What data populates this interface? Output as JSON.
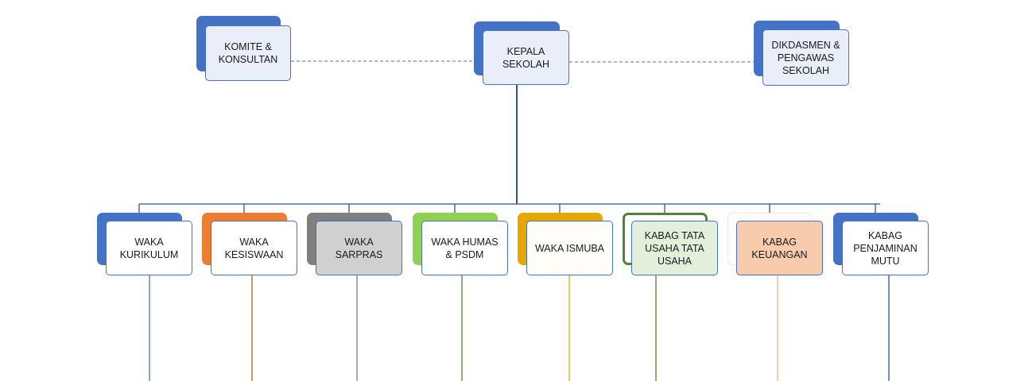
{
  "top": {
    "komite": {
      "label": "KOMITE &\nKONSULTAN",
      "accent": "#4472c4",
      "fill": "#e9eef8"
    },
    "kepala": {
      "label": "KEPALA\nSEKOLAH",
      "accent": "#4472c4",
      "fill": "#e9eef8"
    },
    "dikdasmen": {
      "label": "DIKDASMEN &\nPENGAWAS\nSEKOLAH",
      "accent": "#4472c4",
      "fill": "#e9eef8"
    }
  },
  "units": [
    {
      "label": "WAKA\nKURIKULUM",
      "accent": "#4472c4",
      "fill": "#ffffff",
      "line": "#4472c4"
    },
    {
      "label": "WAKA\nKESISWAAN",
      "accent": "#ed7d31",
      "fill": "#ffffff",
      "line": "#c55a11"
    },
    {
      "label": "WAKA\nSARPRAS",
      "accent": "#7f7f7f",
      "fill": "#d0d0d0",
      "line": "#7f7f7f"
    },
    {
      "label": "WAKA HUMAS\n& PSDM",
      "accent": "#92d050",
      "fill": "#ffffff",
      "line": "#548235"
    },
    {
      "label": "WAKA ISMUBA",
      "accent": "#e6a800",
      "fill": "#fffdf7",
      "line": "#e6a800"
    },
    {
      "label": "KABAG TATA\nUSAHA TATA\nUSAHA",
      "accent": "#548235",
      "fill": "#e2efda",
      "line": "#548235"
    },
    {
      "label": "KABAG\nKEUANGAN",
      "accent": "#fbe5d6",
      "fill": "#f8cbad",
      "line": "#f4b183"
    },
    {
      "label": "KABAG\nPENJAMINAN\nMUTU",
      "accent": "#4472c4",
      "fill": "#ffffff",
      "line": "#2f5597"
    }
  ],
  "colors": {
    "connector": "#2f5597",
    "dashed": "#4472c4"
  }
}
